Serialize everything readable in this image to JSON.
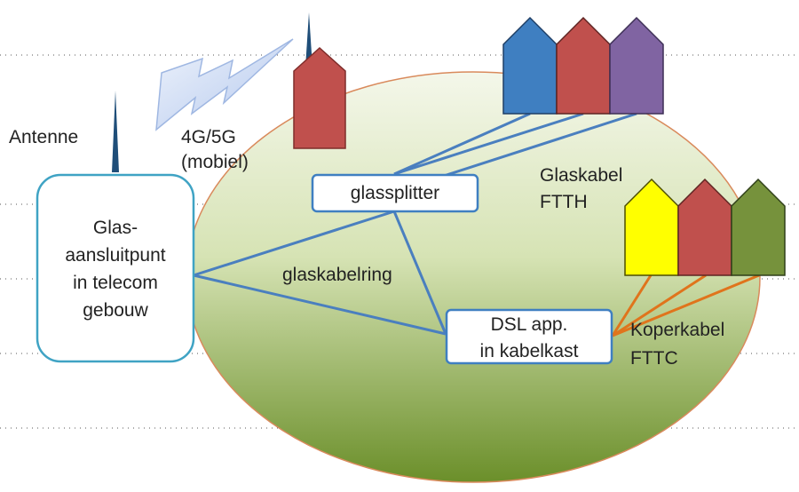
{
  "labels": {
    "antenna": "Antenne",
    "mobile_line1": "4G/5G",
    "mobile_line2": "(mobiel)",
    "exchange_line1": "Glas-",
    "exchange_line2": "aansluitpunt",
    "exchange_line3": "in telecom",
    "exchange_line4": "gebouw",
    "splitter": "glassplitter",
    "fiber_line1": "Glaskabel",
    "fiber_line2": "FTTH",
    "ring": "glaskabelring",
    "dsl_line1": "DSL app.",
    "dsl_line2": "in kabelkast",
    "copper_line1": "Koperkabel",
    "copper_line2": "FTTC"
  },
  "colors": {
    "fiber_line": "#4a7fbf",
    "copper_line": "#e0741c",
    "box_border": "#3fa3c4",
    "mast": "#1f4e79",
    "house_blue": "#3f7fc1",
    "house_red": "#c0504d",
    "house_purple": "#8064a2",
    "house_yellow": "#ffff00",
    "house_green": "#76923c",
    "ellipse_top": "#f2f6e8",
    "ellipse_bottom": "#6b8f2a",
    "ellipse_border": "#d98a5c",
    "lightning": "#c8d8f3"
  },
  "icons": {
    "antenna": "antenna-mast-icon",
    "mobile_signal": "lightning-bolt-icon",
    "house": "house-icon"
  }
}
